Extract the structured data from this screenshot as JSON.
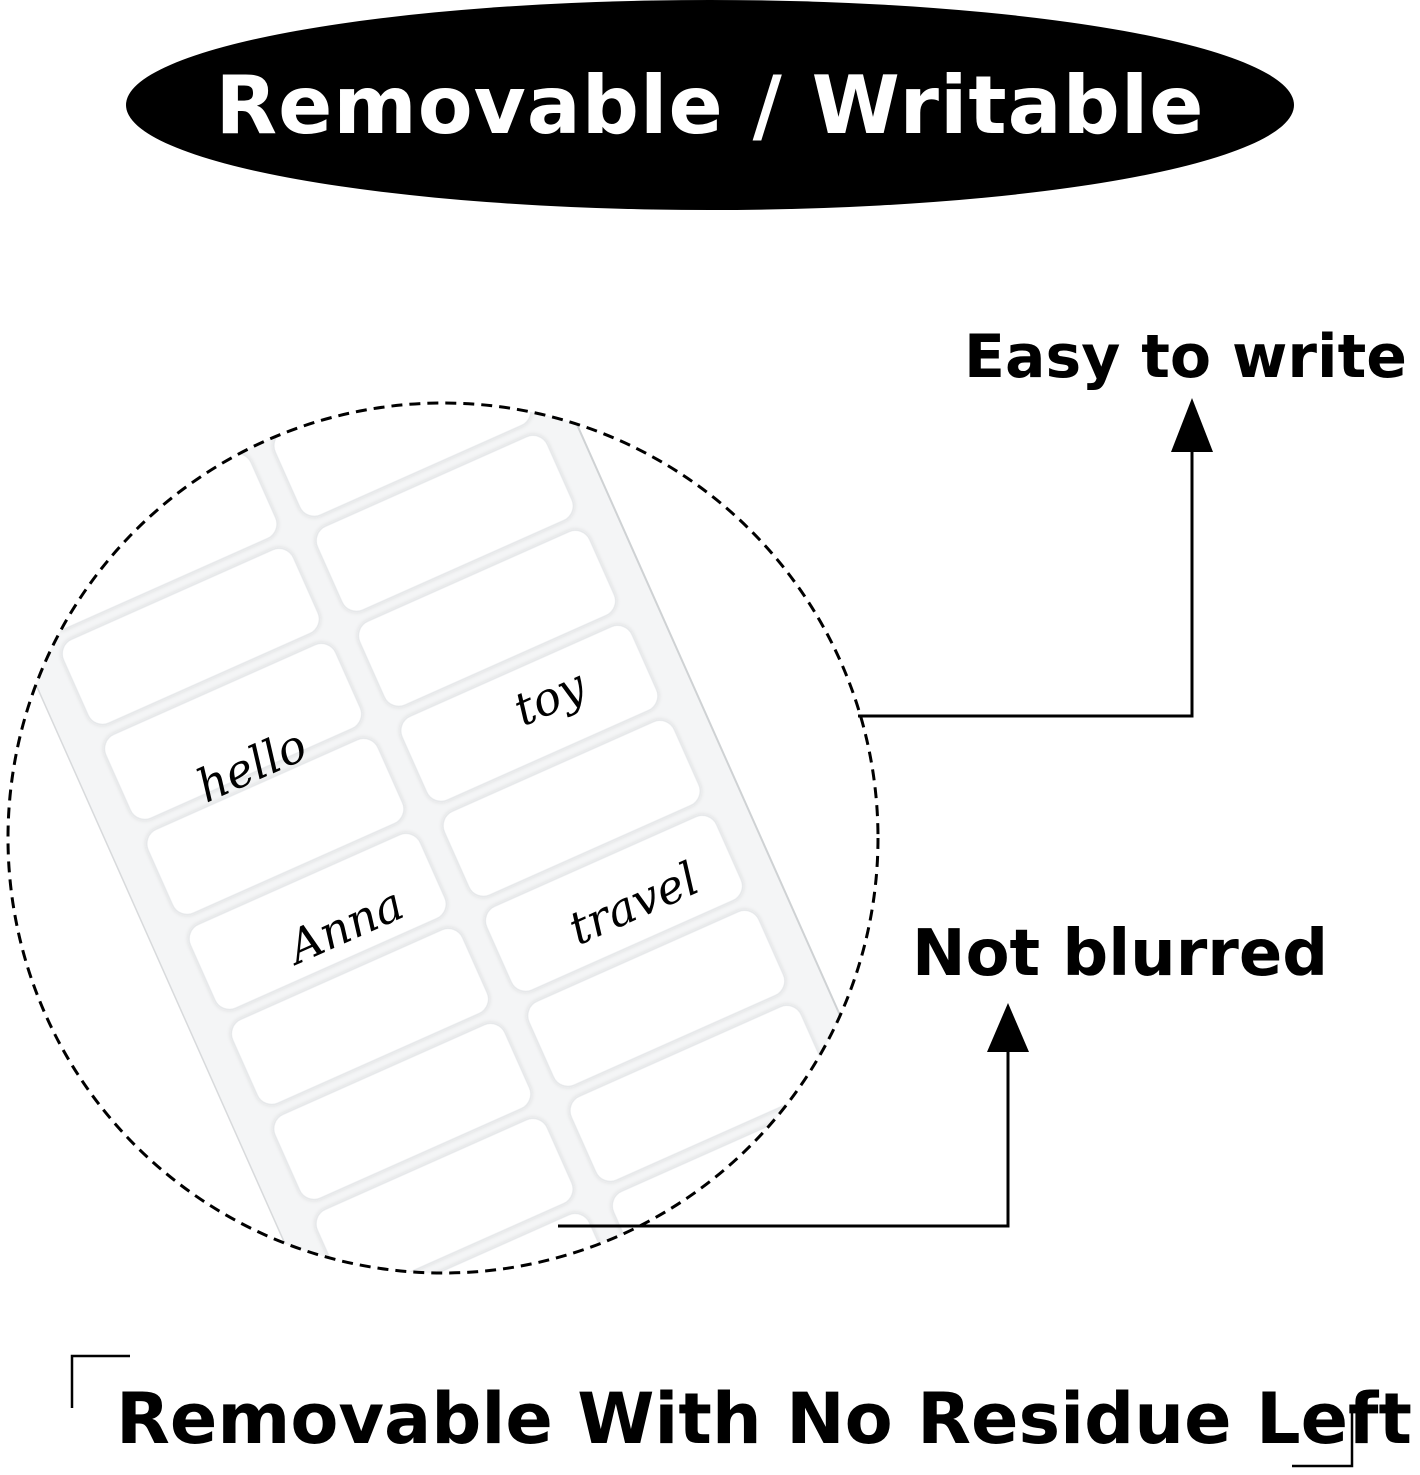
{
  "header": {
    "title": "Removable / Writable"
  },
  "callouts": {
    "easy_to_write": "Easy to write",
    "not_blurred": "Not blurred"
  },
  "labels": {
    "handwritten": [
      "hello",
      "toy",
      "Anna",
      "travel"
    ]
  },
  "footer": {
    "title": "Removable With No Residue Left"
  },
  "colors": {
    "ink": "#000000",
    "background": "#ffffff",
    "sticker_sheet": "#f4f5f6",
    "sticker": "#ffffff"
  }
}
